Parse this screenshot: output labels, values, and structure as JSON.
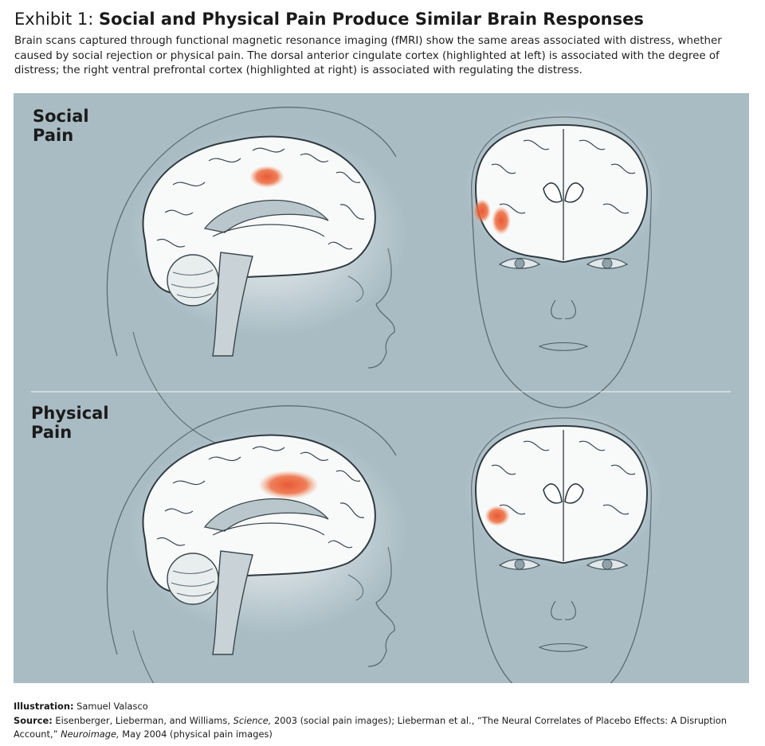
{
  "exhibit": {
    "prefix": "Exhibit 1:",
    "title": "Social and Physical Pain Produce Similar Brain Responses",
    "description": "Brain scans captured through functional magnetic resonance imaging (fMRI) show the same areas associated with distress, whether caused by social rejection or physical pain. The dorsal anterior cingulate cortex (highlighted at left) is associated with the degree of distress; the right ventral prefrontal cortex (highlighted at right) is associated with regulating the distress."
  },
  "illustration": {
    "background_color": "#a9bcc4",
    "highlight_color": "#e8502a",
    "rows": [
      {
        "label_line1": "Social",
        "label_line2": "Pain"
      },
      {
        "label_line1": "Physical",
        "label_line2": "Pain"
      }
    ]
  },
  "footer": {
    "illustration_label": "Illustration:",
    "illustration_credit": "Samuel Valasco",
    "source_label": "Source:",
    "source_part1": "Eisenberger, Lieberman, and Williams,",
    "source_journal1": "Science,",
    "source_part2": "2003 (social pain images); Lieberman et al., “The Neural Correlates of Placebo Effects: A Disruption Account,”",
    "source_journal2": "Neuroimage,",
    "source_part3": "May 2004 (physical pain images)"
  }
}
